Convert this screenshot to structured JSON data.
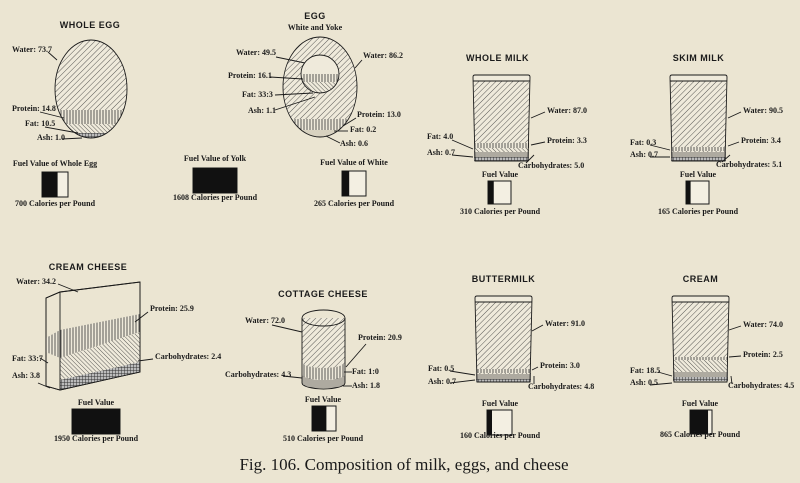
{
  "caption": "Fig. 106. Composition of milk, eggs, and cheese",
  "panels": [
    {
      "title": "WHOLE EGG",
      "labels": [
        "Water: 73.7",
        "Protein: 14.8",
        "Fat: 10.5",
        "Ash: 1.0"
      ],
      "fuel": [
        {
          "title": "Fuel Value of Whole Egg",
          "calories": "700 Calories per Pound",
          "fraction": 0.6
        }
      ]
    },
    {
      "title": "EGG",
      "subtitle": "White and Yoke",
      "labels": [
        "Water: 49.5",
        "Protein: 16.1",
        "Fat: 33:3",
        "Ash: 1.1",
        "Water: 86.2",
        "Protein: 13.0",
        "Fat: 0.2",
        "Ash: 0.6"
      ],
      "fuel": [
        {
          "title": "Fuel Value of Yolk",
          "calories": "1608 Calories per Pound",
          "fraction": 1.0
        },
        {
          "title": "Fuel Value of White",
          "calories": "265 Calories per Pound",
          "fraction": 0.3
        }
      ]
    },
    {
      "title": "WHOLE MILK",
      "labels": [
        "Water: 87.0",
        "Protein: 3.3",
        "Carbohydrates: 5.0",
        "Fat: 4.0",
        "Ash: 0.7"
      ],
      "fuel": [
        {
          "title": "Fuel Value",
          "calories": "310 Calories per Pound",
          "fraction": 0.25
        }
      ]
    },
    {
      "title": "SKIM MILK",
      "labels": [
        "Water: 90.5",
        "Protein: 3.4",
        "Carbohydrates: 5.1",
        "Fat: 0.3",
        "Ash: 0.7"
      ],
      "fuel": [
        {
          "title": "Fuel Value",
          "calories": "165 Calories per Pound",
          "fraction": 0.2
        }
      ]
    },
    {
      "title": "CREAM CHEESE",
      "labels": [
        "Water: 34.2",
        "Protein: 25.9",
        "Carbohydrates: 2.4",
        "Fat: 33:7",
        "Ash: 3.8"
      ],
      "fuel": [
        {
          "title": "Fuel Value",
          "calories": "1950 Calories per Pound",
          "fraction": 1.0
        }
      ]
    },
    {
      "title": "COTTAGE CHEESE",
      "labels": [
        "Water: 72.0",
        "Protein: 20.9",
        "Fat: 1:0",
        "Ash: 1.8",
        "Carbohydrates: 4.3"
      ],
      "fuel": [
        {
          "title": "Fuel Value",
          "calories": "510 Calories per Pound",
          "fraction": 0.6
        }
      ]
    },
    {
      "title": "BUTTERMILK",
      "labels": [
        "Water: 91.0",
        "Protein: 3.0",
        "Carbohydrates: 4.8",
        "Fat: 0.5",
        "Ash: 0.7"
      ],
      "fuel": [
        {
          "title": "Fuel Value",
          "calories": "160 Calories per Pound",
          "fraction": 0.2
        }
      ]
    },
    {
      "title": "CREAM",
      "labels": [
        "Water: 74.0",
        "Protein: 2.5",
        "Carbohydrates: 4.5",
        "Fat: 18.5",
        "Ash: 0.5"
      ],
      "fuel": [
        {
          "title": "Fuel Value",
          "calories": "865 Calories per Pound",
          "fraction": 0.82
        }
      ]
    }
  ]
}
